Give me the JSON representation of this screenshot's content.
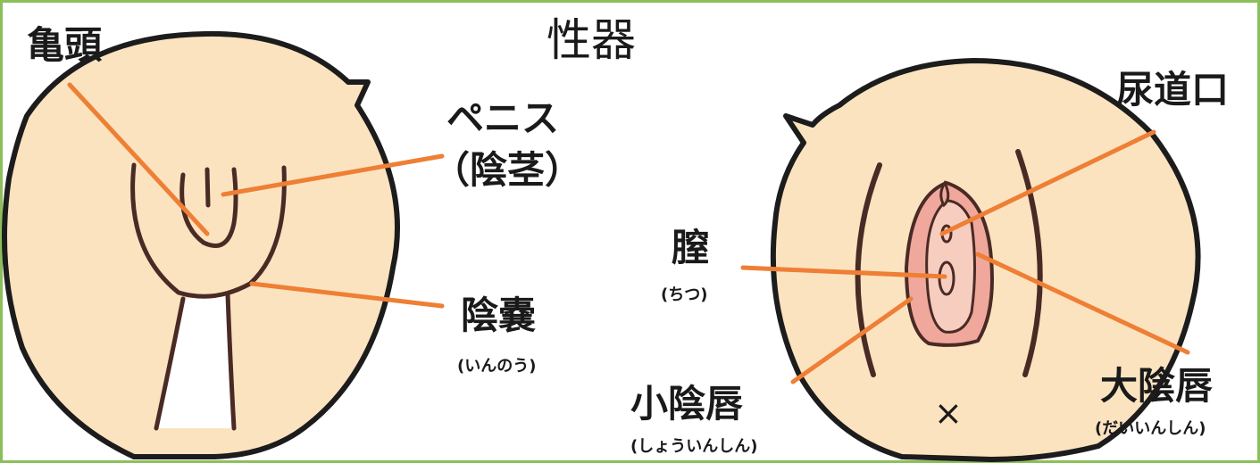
{
  "title": "性器",
  "male": {
    "glans": "亀頭",
    "penis": "ペニス",
    "penis_kanji": "（陰茎）",
    "scrotum": "陰嚢",
    "scrotum_reading": "(いんのう)"
  },
  "female": {
    "urethral_opening": "尿道口",
    "vagina": "膣",
    "vagina_reading": "(ちつ)",
    "labia_minora": "小陰唇",
    "labia_minora_reading": "(しょういんしん)",
    "labia_majora": "大陰唇",
    "labia_majora_reading": "(だいいんしん)",
    "anus_mark": "×"
  },
  "colors": {
    "border": "#8bbf5a",
    "skin": "#fbe3c0",
    "outline": "#1c1c1c",
    "organ_line": "#4a2a25",
    "leader": "#ee7f35",
    "pink_outer": "#f0a89c",
    "pink_inner": "#f7cdc0"
  }
}
